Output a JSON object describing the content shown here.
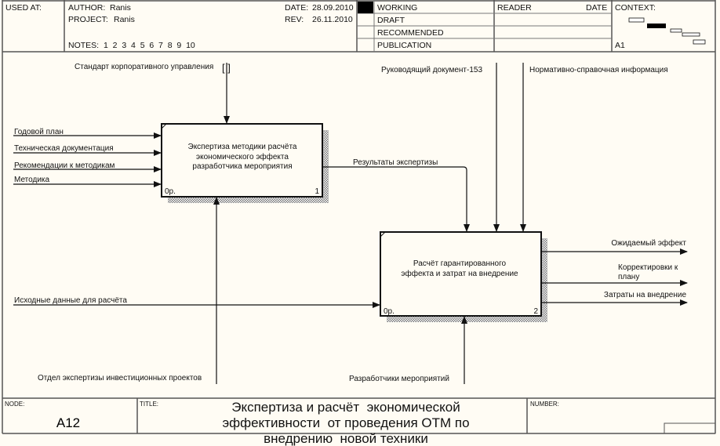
{
  "header": {
    "used_at_label": "USED AT:",
    "author_label": "AUTHOR:",
    "author": "Ranis",
    "project_label": "PROJECT:",
    "project": "Ranis",
    "date_label": "DATE:",
    "date": "28.09.2010",
    "rev_label": "REV:",
    "rev": "26.11.2010",
    "notes_label": "NOTES:",
    "notes": "1  2  3  4  5  6  7  8  9  10",
    "status": [
      "WORKING",
      "DRAFT",
      "RECOMMENDED",
      "PUBLICATION"
    ],
    "reader_label": "READER",
    "reader_date_label": "DATE",
    "context_label": "CONTEXT:",
    "context_node": "A1"
  },
  "diagram": {
    "boxes": [
      {
        "label_lines": [
          "Экспертиза методики расчёта",
          "экономического эффекта",
          "разработчика мероприятия"
        ],
        "cost": "0р.",
        "number": "1"
      },
      {
        "label_lines": [
          "Расчёт гарантированного",
          "эффекта и затрат на внедрение"
        ],
        "cost": "0р.",
        "number": "2"
      }
    ],
    "arrows": {
      "control_standard": "Стандарт корпоративного управления",
      "tunnel_marker": "[ ]",
      "input_annual_plan": "Годовой план",
      "input_tech_docs": "Техническая документация",
      "input_recommendations": "Рекомендации к методикам",
      "input_method": "Методика",
      "output_results": "Результаты экспертизы",
      "control_guide": "Руководящий документ-153",
      "control_reference": "Нормативно-справочная информация",
      "input_source_data": "Исходные данные для расчёта",
      "mechanism_dept": "Отдел экспертизы инвестиционных проектов",
      "mechanism_developers": "Разработчики мероприятий",
      "output_expected": "Ожидаемый эффект",
      "output_corrections_lines": [
        "Корректировки к",
        "плану"
      ],
      "output_costs": "Затраты на внедрение"
    }
  },
  "footer": {
    "node_label": "NODE:",
    "node": "A12",
    "title_label": "TITLE:",
    "title_lines": [
      "Экспертиза и расчёт  экономической",
      "эффективности  от проведения ОТМ по",
      "внедрению  новой техники"
    ],
    "number_label": "NUMBER:"
  }
}
